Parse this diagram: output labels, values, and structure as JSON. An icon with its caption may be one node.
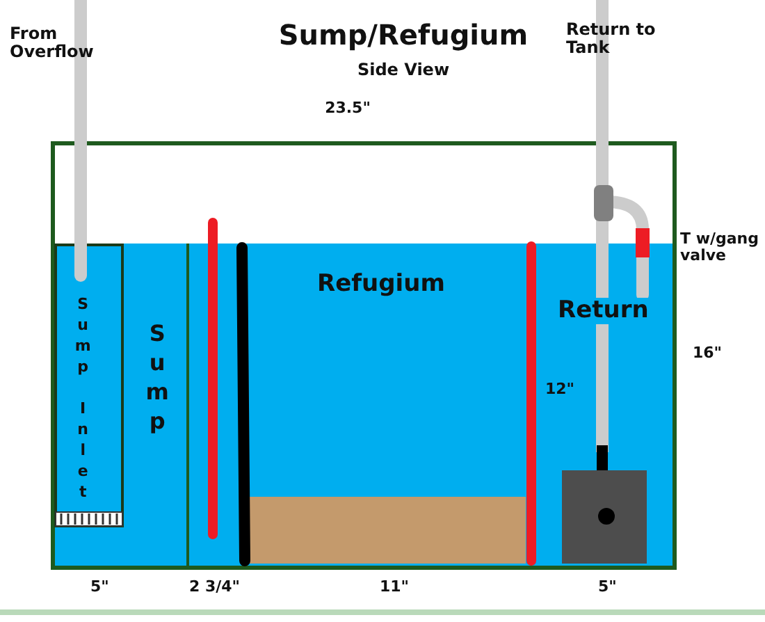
{
  "diagram": {
    "title": "Sump/Refugium",
    "labels": [
      "From Overflow",
      "Side View",
      "Return to Tank",
      "23.5\"",
      "T w/gang valve",
      "Refugium",
      "Sump Inlet",
      "Sump",
      "Return",
      "16\"",
      "12\"",
      "5\"",
      "2 3/4\"",
      "11\"",
      "5\""
    ]
  }
}
